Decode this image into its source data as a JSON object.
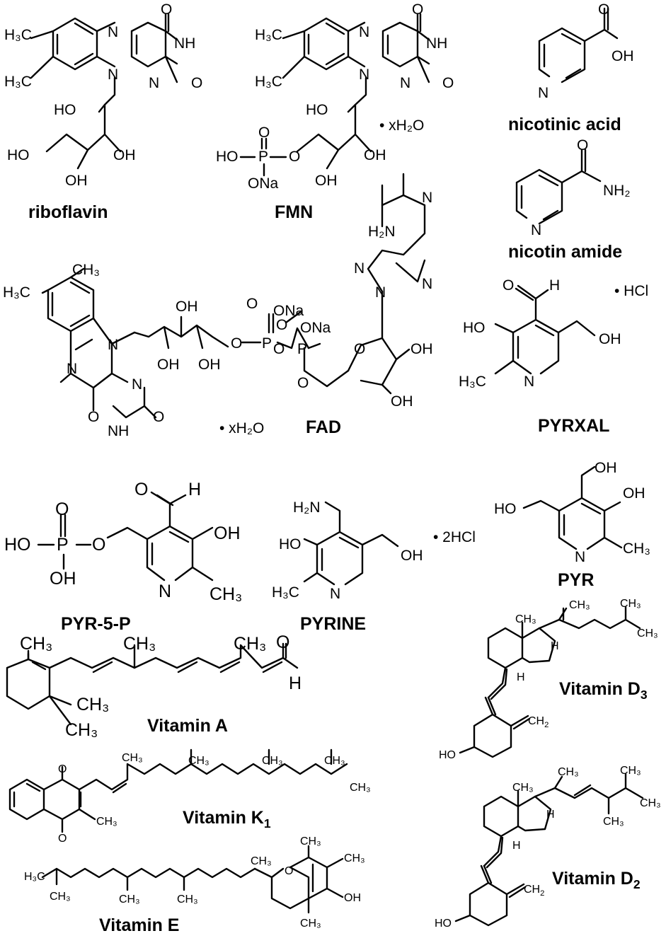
{
  "compounds": [
    {
      "id": "riboflavin",
      "name": "riboflavin",
      "salt": ""
    },
    {
      "id": "fmn",
      "name": "FMN",
      "salt": "• xH₂O"
    },
    {
      "id": "nicotinic",
      "name": "nicotinic acid",
      "salt": ""
    },
    {
      "id": "nicotinamide",
      "name": "nicotin amide",
      "salt": ""
    },
    {
      "id": "fad",
      "name": "FAD",
      "salt": "• xH₂O"
    },
    {
      "id": "pyrxal",
      "name": "PYRXAL",
      "salt": "• HCl"
    },
    {
      "id": "pyr5p",
      "name": "PYR-5-P",
      "salt": ""
    },
    {
      "id": "pyrine",
      "name": "PYRINE",
      "salt": "• 2HCl"
    },
    {
      "id": "pyr",
      "name": "PYR",
      "salt": ""
    },
    {
      "id": "vitA",
      "name": "Vitamin A",
      "salt": ""
    },
    {
      "id": "vitK",
      "name": "Vitamin K",
      "name_sub": "1",
      "salt": ""
    },
    {
      "id": "vitE",
      "name": "Vitamin E",
      "salt": ""
    },
    {
      "id": "vitD3",
      "name": "Vitamin D",
      "name_sub": "3",
      "salt": ""
    },
    {
      "id": "vitD2",
      "name": "Vitamin D",
      "name_sub": "2",
      "salt": ""
    }
  ],
  "atoms": {
    "h3c": "H₃C",
    "ch3": "CH₃",
    "o": "O",
    "n": "N",
    "nh": "NH",
    "h": "H",
    "oh": "OH",
    "ho": "HO",
    "p": "P",
    "ona": "ONa",
    "nh2": "NH₂",
    "h2n": "H₂N"
  }
}
